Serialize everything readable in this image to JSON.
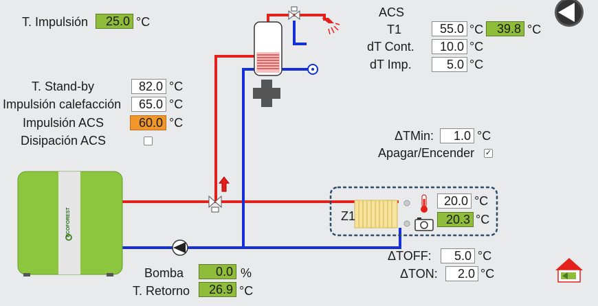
{
  "impulsion": {
    "label": "T. Impulsión",
    "value": "25.0",
    "unit": "°C"
  },
  "acs": {
    "title": "ACS",
    "t1": {
      "label": "T1",
      "setpoint": "55.0",
      "actual": "39.8",
      "unit": "°C"
    },
    "dt_cont": {
      "label": "dT Cont.",
      "value": "10.0",
      "unit": "°C"
    },
    "dt_imp": {
      "label": "dT Imp.",
      "value": "5.0",
      "unit": "°C"
    }
  },
  "settings": {
    "standby": {
      "label": "T. Stand-by",
      "value": "82.0",
      "unit": "°C"
    },
    "impulsion_calef": {
      "label": "Impulsión calefacción",
      "value": "65.0",
      "unit": "°C"
    },
    "impulsion_acs": {
      "label": "Impulsión ACS",
      "value": "60.0",
      "unit": "°C"
    },
    "disipacion_acs": {
      "label": "Disipación ACS",
      "checked": false
    }
  },
  "delta": {
    "tmin": {
      "label": "ΔTMin:",
      "value": "1.0",
      "unit": "°C"
    },
    "apagar": {
      "label": "Apagar/Encender",
      "checked": true
    },
    "toff": {
      "label": "ΔTOFF:",
      "value": "5.0",
      "unit": "°C"
    },
    "ton": {
      "label": "ΔTON:",
      "value": "2.0",
      "unit": "°C"
    }
  },
  "zone": {
    "name": "Z1",
    "setpoint": "20.0",
    "actual": "20.3",
    "unit": "°C"
  },
  "pump": {
    "label": "Bomba",
    "value": "0.0",
    "unit": "%"
  },
  "retorno": {
    "label": "T. Retorno",
    "value": "26.9",
    "unit": "°C"
  },
  "brand": "ECOFOREST",
  "colors": {
    "supply": "#e3211c",
    "return": "#1530d8",
    "boiler": "#8cc63f",
    "green_field": "#8fbc3b",
    "orange_field": "#f0962a"
  },
  "icons": [
    "back-arrow-icon",
    "home-icon",
    "tank-icon",
    "heater-plus-icon",
    "valve-icon",
    "tap-icon",
    "pump-icon",
    "radiator-icon",
    "thermometer-icon",
    "camera-icon"
  ]
}
